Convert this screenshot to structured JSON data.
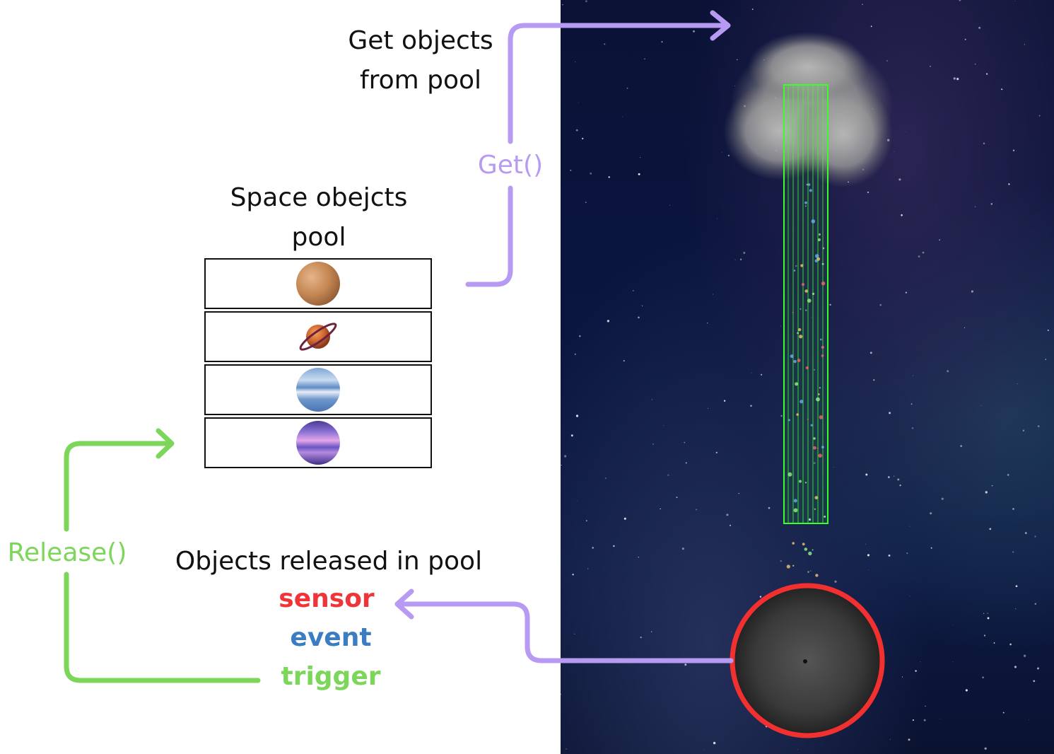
{
  "labels": {
    "get_objects": [
      "Get objects",
      "from pool"
    ],
    "pool_title": [
      "Space obejcts",
      "pool"
    ],
    "released": "Objects released in pool",
    "get_call": "Get()",
    "release_call": "Release()"
  },
  "event_words": [
    {
      "text": "sensor",
      "color": "#f0353a"
    },
    {
      "text": "event",
      "color": "#3a7ec1"
    },
    {
      "text": "trigger",
      "color": "#7bd65a"
    }
  ],
  "pool_items": [
    {
      "name": "orange-planet"
    },
    {
      "name": "ringed-planet"
    },
    {
      "name": "blue-planet"
    },
    {
      "name": "purple-planet"
    }
  ],
  "colors": {
    "get_arrow": "#b79af2",
    "release_arrow": "#7bd65a",
    "beam": "#3cff2a",
    "sensor_ring": "#f23030"
  }
}
